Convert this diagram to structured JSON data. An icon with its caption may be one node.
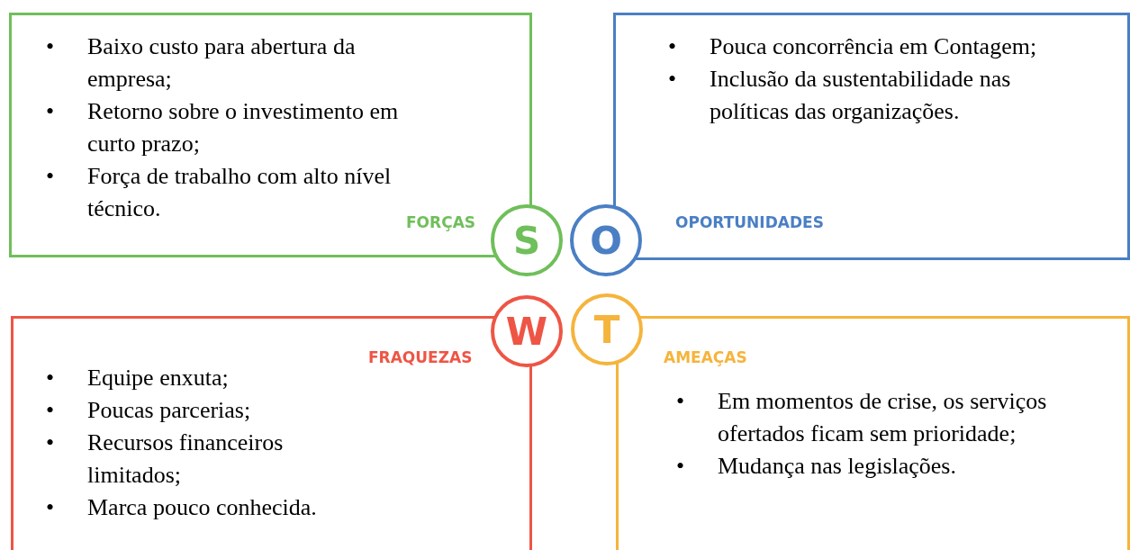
{
  "diagram": {
    "nodes": [
      {
        "text": [
          "• Baixo custo para abertura da empresa;",
          "• Retorno sobre o investimento em curto prazo;",
          "• Força de trabalho com alto nível técnico.",
          "FORÇAS"
        ]
      },
      {
        "text": [
          "• Pouca concorrência em Contagem;",
          "• Inclusão da sustentabilidade nas políticas das organizações.",
          "OPORTUNIDADES"
        ]
      },
      {
        "text": [
          "S"
        ]
      },
      {
        "text": [
          "O"
        ]
      },
      {
        "text": [
          "W"
        ]
      },
      {
        "text": [
          "T"
        ]
      },
      {
        "text": [
          "FRAQUEZAS",
          "• Equipe enxuta;",
          "• Poucas parcerias;",
          "• Recursos financeiros limitados;",
          "• Marca pouco conhecida."
        ]
      },
      {
        "text": [
          "AMEAÇAS",
          "• Em momentos de crise, os serviços ofertados ficam sem prioridade;",
          "• Mudança nas legislações."
        ]
      }
    ]
  }
}
